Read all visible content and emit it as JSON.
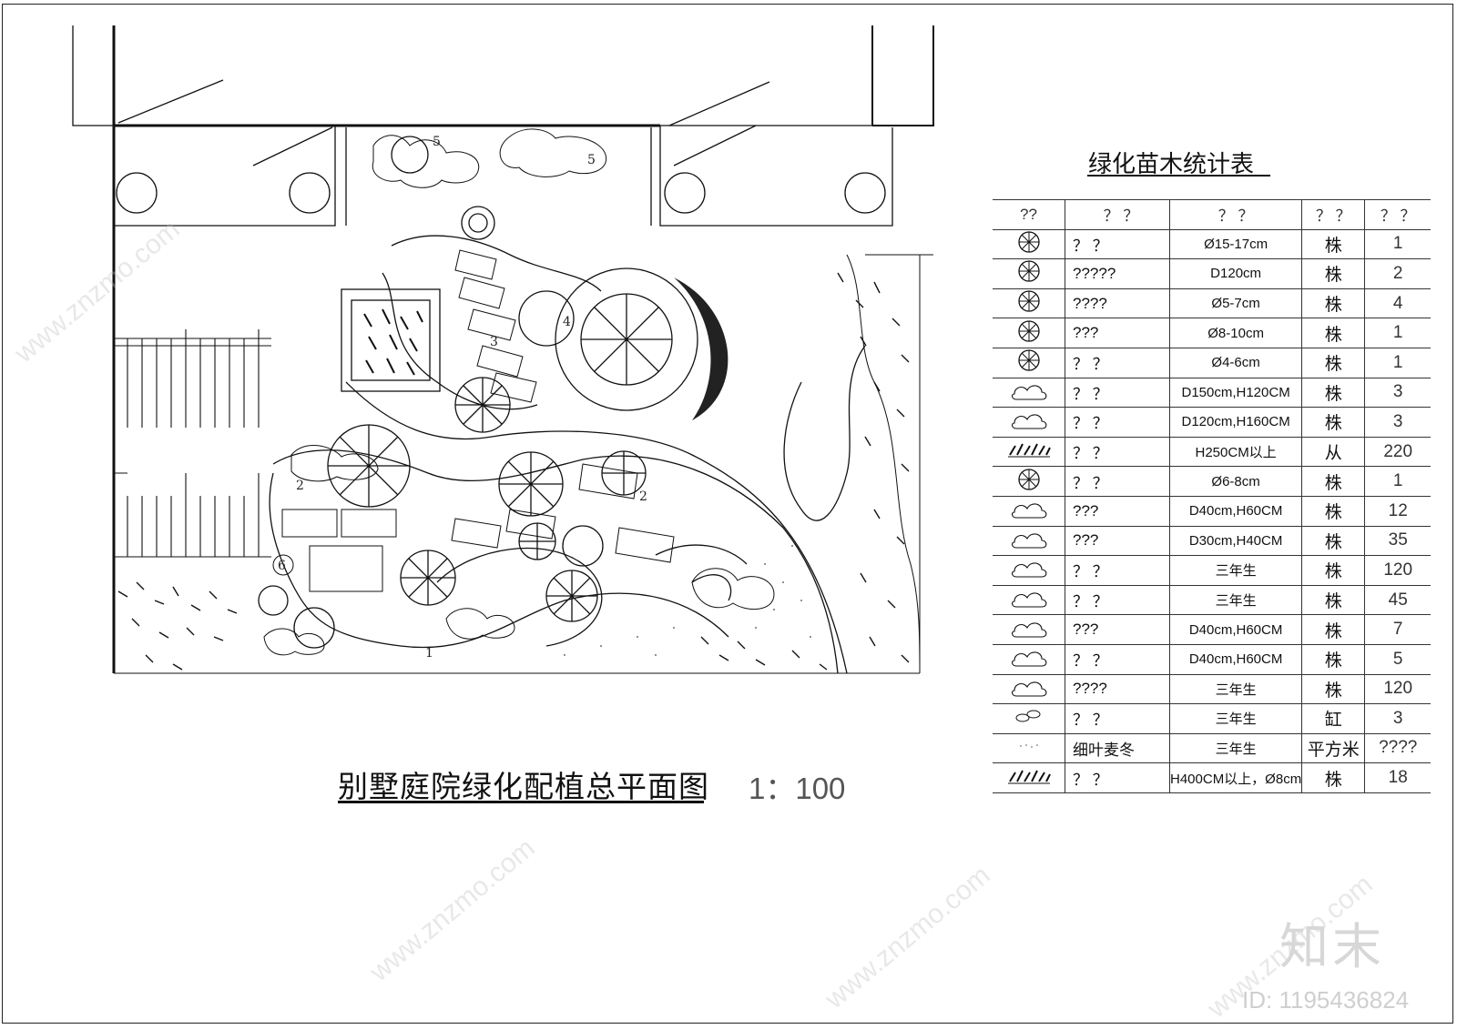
{
  "plan": {
    "title": "别墅庭院绿化配植总平面图",
    "scale": "1：100",
    "bed_numbers": [
      "1",
      "2",
      "2",
      "3",
      "4",
      "5",
      "5",
      "6"
    ]
  },
  "table": {
    "title": "绿化苗木统计表",
    "headers": [
      "??",
      "？  ？",
      "？  ？",
      "？  ？",
      "？    ？"
    ],
    "rows": [
      {
        "symbol": "tree-symbol-icon",
        "name": "？    ？",
        "spec": "Ø15-17cm",
        "unit": "株",
        "qty": "1"
      },
      {
        "symbol": "tree-symbol-icon",
        "name": "?????",
        "spec": "D120cm",
        "unit": "株",
        "qty": "2"
      },
      {
        "symbol": "tree-symbol-icon",
        "name": "????",
        "spec": "Ø5-7cm",
        "unit": "株",
        "qty": "4"
      },
      {
        "symbol": "tree-symbol-icon",
        "name": "???",
        "spec": "Ø8-10cm",
        "unit": "株",
        "qty": "1"
      },
      {
        "symbol": "tree-symbol-icon",
        "name": "？    ？",
        "spec": "Ø4-6cm",
        "unit": "株",
        "qty": "1"
      },
      {
        "symbol": "shrub-symbol-icon",
        "name": "？    ？",
        "spec": "D150cm,H120CM",
        "unit": "株",
        "qty": "3"
      },
      {
        "symbol": "shrub-symbol-icon",
        "name": "？    ？",
        "spec": "D120cm,H160CM",
        "unit": "株",
        "qty": "3"
      },
      {
        "symbol": "bamboo-symbol-icon",
        "name": "？    ？",
        "spec": "H250CM以上",
        "unit": "从",
        "qty": "220"
      },
      {
        "symbol": "tree-symbol-icon",
        "name": "？    ？",
        "spec": "Ø6-8cm",
        "unit": "株",
        "qty": "1"
      },
      {
        "symbol": "shrub-symbol-icon",
        "name": "???",
        "spec": "D40cm,H60CM",
        "unit": "株",
        "qty": "12"
      },
      {
        "symbol": "shrub-symbol-icon",
        "name": "???",
        "spec": "D30cm,H40CM",
        "unit": "株",
        "qty": "35"
      },
      {
        "symbol": "shrub-symbol-icon",
        "name": "？    ？",
        "spec": "三年生",
        "unit": "株",
        "qty": "120"
      },
      {
        "symbol": "shrub-symbol-icon",
        "name": "？    ？",
        "spec": "三年生",
        "unit": "株",
        "qty": "45"
      },
      {
        "symbol": "shrub-symbol-icon",
        "name": "???",
        "spec": "D40cm,H60CM",
        "unit": "株",
        "qty": "7"
      },
      {
        "symbol": "shrub-symbol-icon",
        "name": "？    ？",
        "spec": "D40cm,H60CM",
        "unit": "株",
        "qty": "5"
      },
      {
        "symbol": "shrub-symbol-icon",
        "name": "????",
        "spec": "三年生",
        "unit": "株",
        "qty": "120"
      },
      {
        "symbol": "lotus-symbol-icon",
        "name": "？    ？",
        "spec": "三年生",
        "unit": "缸",
        "qty": "3"
      },
      {
        "symbol": "grass-symbol-icon",
        "name": "细叶麦冬",
        "spec": "三年生",
        "unit": "平方米",
        "qty": "????"
      },
      {
        "symbol": "bamboo-symbol-icon",
        "name": "？    ？",
        "spec": "H400CM以上，Ø8cm",
        "unit": "株",
        "qty": "18"
      }
    ]
  },
  "watermark": {
    "logo": "知末",
    "id": "ID: 1195436824",
    "url": "www.znzmo.com"
  }
}
